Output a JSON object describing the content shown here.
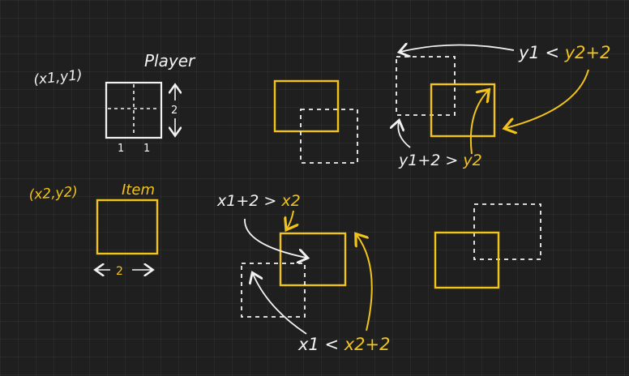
{
  "colors": {
    "background": "#1f1f1f",
    "white": "#f2f2f2",
    "yellow": "#f2c318"
  },
  "player": {
    "coord_label": "(x1,y1)",
    "title": "Player",
    "height_label": "2",
    "tick_label_left": "1",
    "tick_label_right": "1"
  },
  "item": {
    "coord_label": "(x2,y2)",
    "title": "Item",
    "width_label": "2"
  },
  "conditions": {
    "x_greater": "x1+2 > x2",
    "x_less": "x1 < x2+2",
    "y_less": "y1 < y2+2",
    "y_greater": "y1+2 > y2"
  }
}
